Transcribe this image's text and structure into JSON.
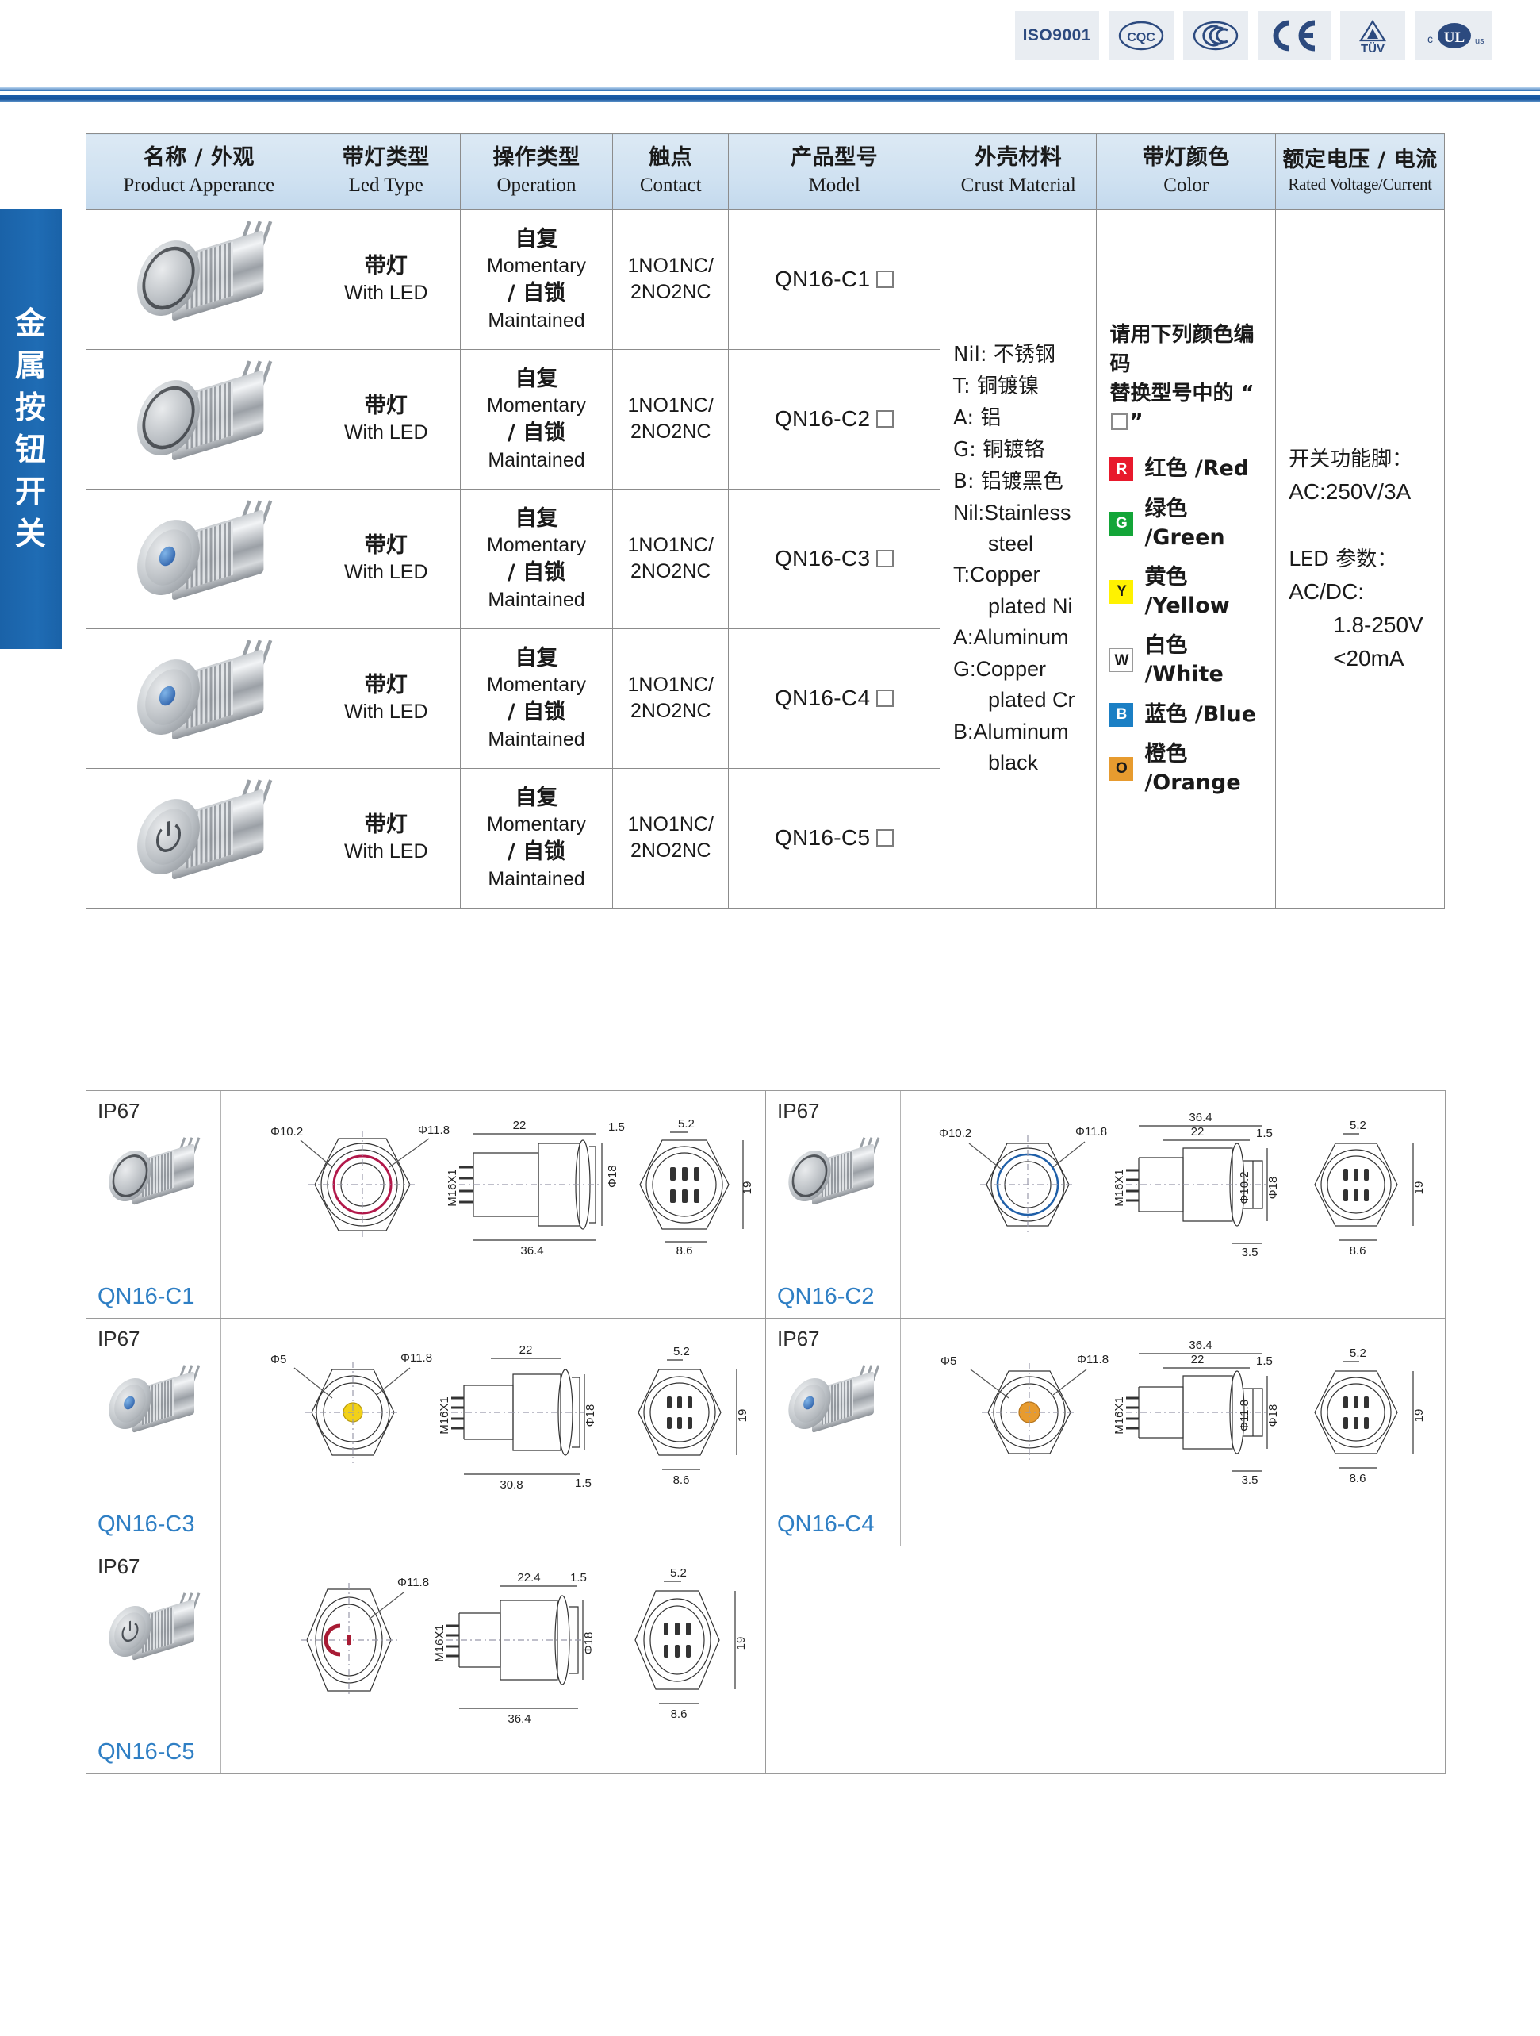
{
  "certifications": [
    {
      "name": "iso9001-badge",
      "label": "ISO9001"
    },
    {
      "name": "cqc-badge",
      "label": "CQC"
    },
    {
      "name": "ccc-badge",
      "label": "CCC"
    },
    {
      "name": "ce-badge",
      "label": "CE"
    },
    {
      "name": "tuv-badge",
      "label": "TUV"
    },
    {
      "name": "ul-badge",
      "label": "cULus"
    }
  ],
  "sidebar": {
    "title_chars": [
      "金",
      "属",
      "按",
      "钮",
      "开",
      "关"
    ],
    "color": "#1a62a8"
  },
  "spec_table": {
    "headers": [
      {
        "cn": "名称 / 外观",
        "en": "Product Apperance"
      },
      {
        "cn": "带灯类型",
        "en": "Led Type"
      },
      {
        "cn": "操作类型",
        "en": "Operation"
      },
      {
        "cn": "触点",
        "en": "Contact"
      },
      {
        "cn": "产品型号",
        "en": "Model"
      },
      {
        "cn": "外壳材料",
        "en": "Crust Material"
      },
      {
        "cn": "带灯颜色",
        "en": "Color"
      },
      {
        "cn": "额定电压 / 电流",
        "en": "Rated Voltage/Current"
      }
    ],
    "rows": [
      {
        "appearance": "ring-led-switch-photo",
        "led_type_cn": "带灯",
        "led_type_en": "With LED",
        "operation_cn1": "自复",
        "operation_en1": "Momentary",
        "operation_cn2": "/ 自锁",
        "operation_en2": "Maintained",
        "contact_line1": "1NO1NC/",
        "contact_line2": "2NO2NC",
        "model": "QN16-C1"
      },
      {
        "appearance": "ring-led-switch-photo",
        "led_type_cn": "带灯",
        "led_type_en": "With LED",
        "operation_cn1": "自复",
        "operation_en1": "Momentary",
        "operation_cn2": "/ 自锁",
        "operation_en2": "Maintained",
        "contact_line1": "1NO1NC/",
        "contact_line2": "2NO2NC",
        "model": "QN16-C2"
      },
      {
        "appearance": "dot-led-switch-photo",
        "led_type_cn": "带灯",
        "led_type_en": "With LED",
        "operation_cn1": "自复",
        "operation_en1": "Momentary",
        "operation_cn2": "/ 自锁",
        "operation_en2": "Maintained",
        "contact_line1": "1NO1NC/",
        "contact_line2": "2NO2NC",
        "model": "QN16-C3"
      },
      {
        "appearance": "dot-led-switch-photo",
        "led_type_cn": "带灯",
        "led_type_en": "With LED",
        "operation_cn1": "自复",
        "operation_en1": "Momentary",
        "operation_cn2": "/ 自锁",
        "operation_en2": "Maintained",
        "contact_line1": "1NO1NC/",
        "contact_line2": "2NO2NC",
        "model": "QN16-C4"
      },
      {
        "appearance": "power-symbol-switch-photo",
        "led_type_cn": "带灯",
        "led_type_en": "With LED",
        "operation_cn1": "自复",
        "operation_en1": "Momentary",
        "operation_cn2": "/ 自锁",
        "operation_en2": "Maintained",
        "contact_line1": "1NO1NC/",
        "contact_line2": "2NO2NC",
        "model": "QN16-C5"
      }
    ],
    "crust_material": {
      "cn_lines": [
        "Nil: 不锈钢",
        "T: 铜镀镍",
        "A: 铝",
        "G: 铜镀铬",
        "B: 铝镀黑色"
      ],
      "en_lines": [
        {
          "text": "Nil:Stainless",
          "indent": false
        },
        {
          "text": "steel",
          "indent": true
        },
        {
          "text": "T:Copper",
          "indent": false
        },
        {
          "text": "plated Ni",
          "indent": true
        },
        {
          "text": "A:Aluminum",
          "indent": false
        },
        {
          "text": "G:Copper",
          "indent": false
        },
        {
          "text": "plated Cr",
          "indent": true
        },
        {
          "text": "B:Aluminum",
          "indent": false
        },
        {
          "text": "black",
          "indent": true
        }
      ]
    },
    "color_column": {
      "intro_line1": "请用下列颜色编码",
      "intro_line2_pre": "替换型号中的 “",
      "intro_line2_post": "”",
      "options": [
        {
          "code": "R",
          "label": "红色 /Red",
          "hex": "#e8192c",
          "text_dark": false
        },
        {
          "code": "G",
          "label": "绿色 /Green",
          "hex": "#13a538",
          "text_dark": false
        },
        {
          "code": "Y",
          "label": "黄色 /Yellow",
          "hex": "#fff200",
          "text_dark": true
        },
        {
          "code": "W",
          "label": "白色 /White",
          "hex": "#ffffff",
          "text_dark": true
        },
        {
          "code": "B",
          "label": "蓝色 /Blue",
          "hex": "#1b7fc4",
          "text_dark": false
        },
        {
          "code": "O",
          "label": "橙色 /Orange",
          "hex": "#e79b2f",
          "text_dark": true
        }
      ]
    },
    "rated": {
      "line1": "开关功能脚：",
      "line2": "AC:250V/3A",
      "line3": "LED 参数：",
      "line4": "AC/DC:",
      "line5": "1.8-250V",
      "line6": "<20mA"
    }
  },
  "drawings": [
    {
      "model": "QN16-C1",
      "ip": "IP67",
      "photo": "ring-led-switch-photo",
      "led_face": "ring",
      "led_color": "#b2184a",
      "dims": {
        "front_left": "Φ10.2",
        "front_right": "Φ11.8",
        "side_top": "22",
        "side_top2": "",
        "side_right": "1.5",
        "side_bottom": "36.4",
        "side_dia": "Φ18",
        "thread": "M16X1",
        "rear_top": "5.2",
        "rear_right": "19",
        "rear_bottom": "8.6",
        "extra": ""
      }
    },
    {
      "model": "QN16-C2",
      "ip": "IP67",
      "photo": "ring-led-switch-photo",
      "led_face": "ring",
      "led_color": "#1f5fa8",
      "dims": {
        "front_left": "Φ10.2",
        "front_right": "Φ11.8",
        "side_top": "36.4",
        "side_top2": "22",
        "side_right": "1.5",
        "side_bottom": "3.5",
        "side_dia": "Φ18",
        "side_dia2": "Φ10.2",
        "thread": "M16X1",
        "rear_top": "5.2",
        "rear_right": "19",
        "rear_bottom": "8.6",
        "extra": ""
      }
    },
    {
      "model": "QN16-C3",
      "ip": "IP67",
      "photo": "dot-led-switch-photo",
      "led_face": "dot",
      "led_color": "#f2d117",
      "dims": {
        "front_left": "Φ5",
        "front_right": "Φ11.8",
        "side_top": "22",
        "side_top2": "",
        "side_right": "1.5",
        "side_bottom": "30.8",
        "side_dia": "Φ18",
        "thread": "M16X1",
        "rear_top": "5.2",
        "rear_right": "19",
        "rear_bottom": "8.6",
        "extra": ""
      }
    },
    {
      "model": "QN16-C4",
      "ip": "IP67",
      "photo": "dot-led-switch-photo",
      "led_face": "dot",
      "led_color": "#e79b2f",
      "dims": {
        "front_left": "Φ5",
        "front_right": "Φ11.8",
        "side_top": "36.4",
        "side_top2": "22",
        "side_right": "1.5",
        "side_bottom": "3.5",
        "side_dia": "Φ18",
        "side_dia2": "Φ11.8",
        "thread": "M16X1",
        "rear_top": "5.2",
        "rear_right": "19",
        "rear_bottom": "8.6",
        "extra": ""
      }
    },
    {
      "model": "QN16-C5",
      "ip": "IP67",
      "photo": "power-symbol-switch-photo",
      "led_face": "power",
      "led_color": "#a81b34",
      "dims": {
        "front_left": "",
        "front_right": "Φ11.8",
        "side_top": "22.4",
        "side_top2": "",
        "side_right": "1.5",
        "side_bottom": "36.4",
        "side_dia": "Φ18",
        "thread": "M16X1",
        "rear_top": "5.2",
        "rear_right": "19",
        "rear_bottom": "8.6",
        "extra": ""
      }
    }
  ]
}
